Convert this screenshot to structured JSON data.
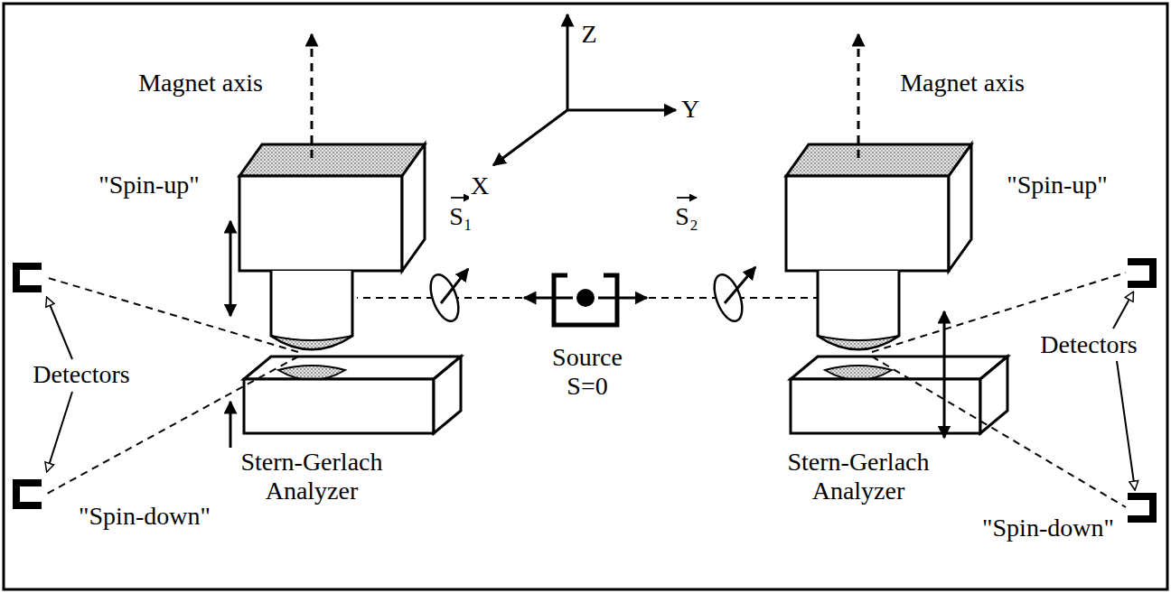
{
  "diagram": {
    "labels": [
      "Magnet axis",
      "Magnet axis",
      "Z",
      "Y",
      "X",
      "\"Spin-up\"",
      "\"Spin-up\"",
      "S₁",
      "S₂",
      "Detectors",
      "Detectors",
      "\"Spin-down\"",
      "\"Spin-down\"",
      "Source S=0",
      "Stern-Gerlach Analyzer",
      "Stern-Gerlach Analyzer"
    ]
  }
}
